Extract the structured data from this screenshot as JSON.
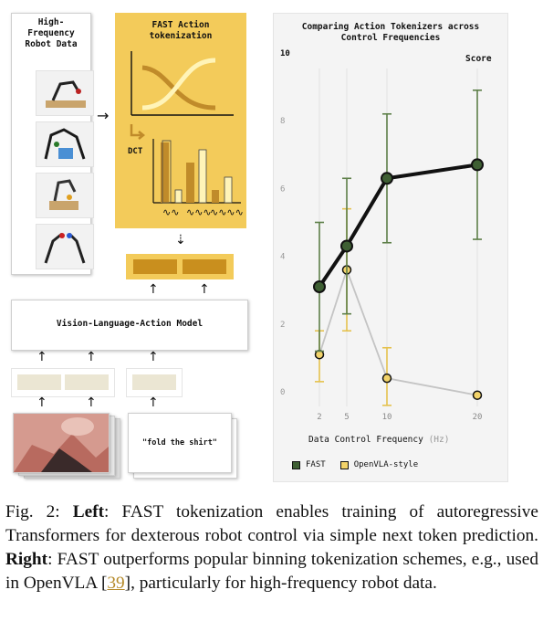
{
  "left": {
    "robot_data_label": "High-\nFrequency\nRobot Data",
    "fast_title": "FAST Action\ntokenization",
    "dct_label": "DCT",
    "wave_symbols": [
      "∿∿",
      "∿∿∿",
      "∿∿∿∿"
    ],
    "vla_model_label": "Vision-Language-Action Model",
    "prompt_text": "\"fold the shirt\"",
    "colors": {
      "fast_panel": "#f3cb5a",
      "token": "#c98f1e",
      "input_token": "#ebe6d3",
      "curve_bright": "#fff4b8",
      "curve_dark": "#c08b2a"
    }
  },
  "chart_data": {
    "type": "line",
    "title": "Comparing Action Tokenizers across\nControl Frequencies",
    "xlabel": "Data Control Frequency",
    "xlabel_unit": "(Hz)",
    "ylabel": "Score",
    "x_ticks": [
      2,
      5,
      10,
      20
    ],
    "y_ticks": [
      0,
      2,
      4,
      6,
      8,
      10
    ],
    "ylim": [
      0,
      10
    ],
    "grid": "vertical",
    "legend": "bottom-left",
    "series": [
      {
        "name": "FAST",
        "x": [
          2,
          5,
          10,
          20
        ],
        "y": [
          3.1,
          4.3,
          6.3,
          6.7
        ],
        "err_low": [
          1.2,
          2.3,
          4.4,
          4.5
        ],
        "err_high": [
          5.0,
          6.3,
          8.2,
          8.9
        ],
        "color": "#111111",
        "marker": "#3e5f33",
        "error_color": "#5d7f48"
      },
      {
        "name": "OpenVLA-style",
        "x": [
          2,
          5,
          10,
          20
        ],
        "y": [
          1.1,
          3.6,
          0.4,
          -0.1
        ],
        "err_low": [
          0.3,
          1.8,
          -0.4,
          -0.1
        ],
        "err_high": [
          1.8,
          5.4,
          1.3,
          -0.1
        ],
        "color": "#c4c4c4",
        "marker": "#f2d36a",
        "error_color": "#e5c24e"
      }
    ]
  },
  "caption": {
    "fig": "Fig. 2:",
    "left_head": "Left",
    "left_text": ": FAST tokenization enables training of autoregressive Transformers for dexterous robot control via simple next token prediction.",
    "right_head": "Right",
    "right_text_1": ": FAST outperforms popular binning tokenization schemes, e.g., used in OpenVLA [",
    "ref": "39",
    "right_text_2": "], particularly for high-frequency robot data."
  }
}
